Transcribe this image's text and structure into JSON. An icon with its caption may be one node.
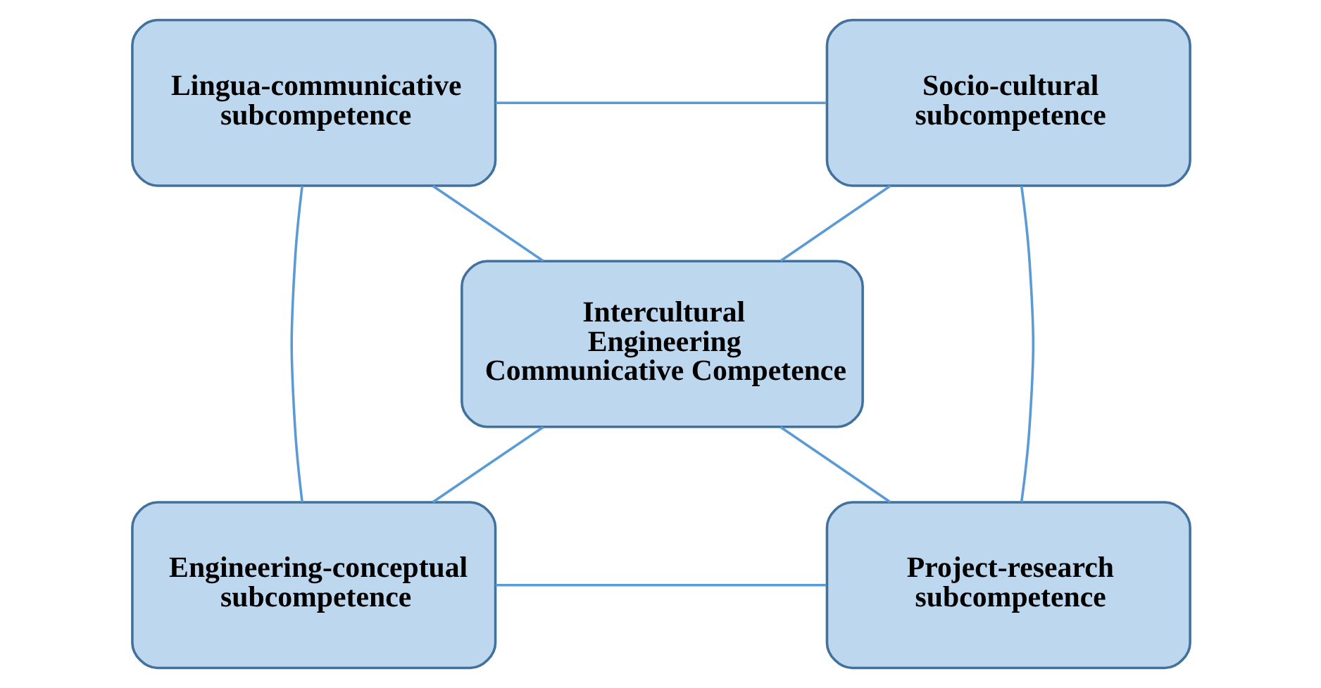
{
  "diagram": {
    "nodes": [
      {
        "text": [
          "Lingua-communicative subcompetence"
        ]
      },
      {
        "text": [
          "Socio-cultural subcompetence"
        ]
      },
      {
        "text": [
          "Intercultural Engineering Communicative Competence"
        ]
      },
      {
        "text": [
          "Engineering-conceptual subcompetence"
        ]
      },
      {
        "text": [
          "Project-research subcompetence"
        ]
      }
    ],
    "edges": [
      {
        "from": 0,
        "to": 1,
        "arrow": "none"
      },
      {
        "from": 0,
        "to": 2,
        "arrow": "none"
      },
      {
        "from": 1,
        "to": 2,
        "arrow": "none"
      },
      {
        "from": 1,
        "to": 4,
        "arrow": "none"
      },
      {
        "from": 2,
        "to": 3,
        "arrow": "none"
      },
      {
        "from": 2,
        "to": 4,
        "arrow": "none"
      },
      {
        "from": 3,
        "to": 4,
        "arrow": "none"
      },
      {
        "from": 0,
        "to": 3,
        "arrow": "none"
      }
    ]
  }
}
